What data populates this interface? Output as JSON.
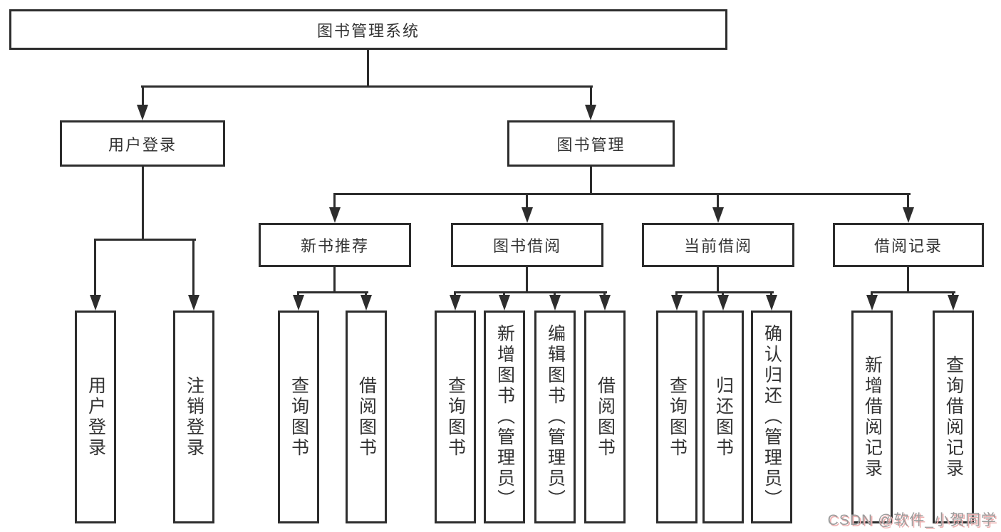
{
  "colors": {
    "line": "#2d2d2d",
    "box_border": "#2d2d2d",
    "box_fill": "#ffffff",
    "text": "#333333",
    "watermark_gray": "#9b9b9b",
    "watermark_red": "#eeb0b0"
  },
  "tree": {
    "root": {
      "label": "图书管理系统"
    },
    "level1": [
      {
        "label": "用户登录"
      },
      {
        "label": "图书管理"
      }
    ],
    "level2": [
      {
        "label": "新书推荐"
      },
      {
        "label": "图书借阅"
      },
      {
        "label": "当前借阅"
      },
      {
        "label": "借阅记录"
      }
    ],
    "leaves": {
      "user_login": [
        "用户登录",
        "注销登录"
      ],
      "new_book": [
        "查询图书",
        "借阅图书"
      ],
      "book_borrow": [
        "查询图书",
        "新增图书（管理员）",
        "编辑图书（管理员）",
        "借阅图书"
      ],
      "current_borrow": [
        "查询图书",
        "归还图书",
        "确认归还（管理员）"
      ],
      "borrow_record": [
        "新增借阅记录",
        "查询借阅记录"
      ]
    }
  },
  "watermark": {
    "text": "CSDN @软件_小贺同学"
  }
}
